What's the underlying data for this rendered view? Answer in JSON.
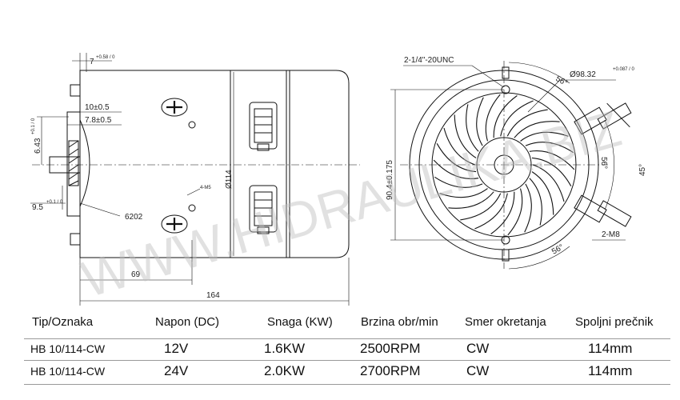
{
  "drawing": {
    "side_view": {
      "dim_7": "7",
      "dim_7_tol": "+0.58 / 0",
      "dim_10": "10±0.5",
      "dim_7_8": "7.8±0.5",
      "dim_6_43": "6.43",
      "dim_6_43_tol": "+0.1 / 0",
      "dim_9_5": "9.5",
      "dim_9_5_tol": "+0.1 / 0",
      "bearing": "6202",
      "thread_4m5": "4-M5",
      "diameter_114": "Ø114",
      "dim_69": "69",
      "dim_164": "164"
    },
    "end_view": {
      "thread_unc": "2-1/4\"-20UNC",
      "diameter_98": "Ø98.32",
      "diameter_98_tol": "+0.087 / 0",
      "angle_56_top": "56°",
      "angle_56_right": "56°",
      "angle_56_bottom": "56°",
      "angle_45": "45°",
      "diameter_90": "90.4±0.175",
      "thread_m8": "2-M8"
    },
    "watermark": "WWW.HIDRAULIKA.BIZ"
  },
  "specs": {
    "headers": [
      "Tip/Oznaka",
      "Napon (DC)",
      "Snaga (KW)",
      "Brzina obr/min",
      "Smer okretanja",
      "Spoljni prečnik"
    ],
    "rows": [
      [
        "HB 10/114-CW",
        "12V",
        "1.6KW",
        "2500RPM",
        "CW",
        "114mm"
      ],
      [
        "HB 10/114-CW",
        "24V",
        "2.0KW",
        "2700RPM",
        "CW",
        "114mm"
      ]
    ]
  }
}
